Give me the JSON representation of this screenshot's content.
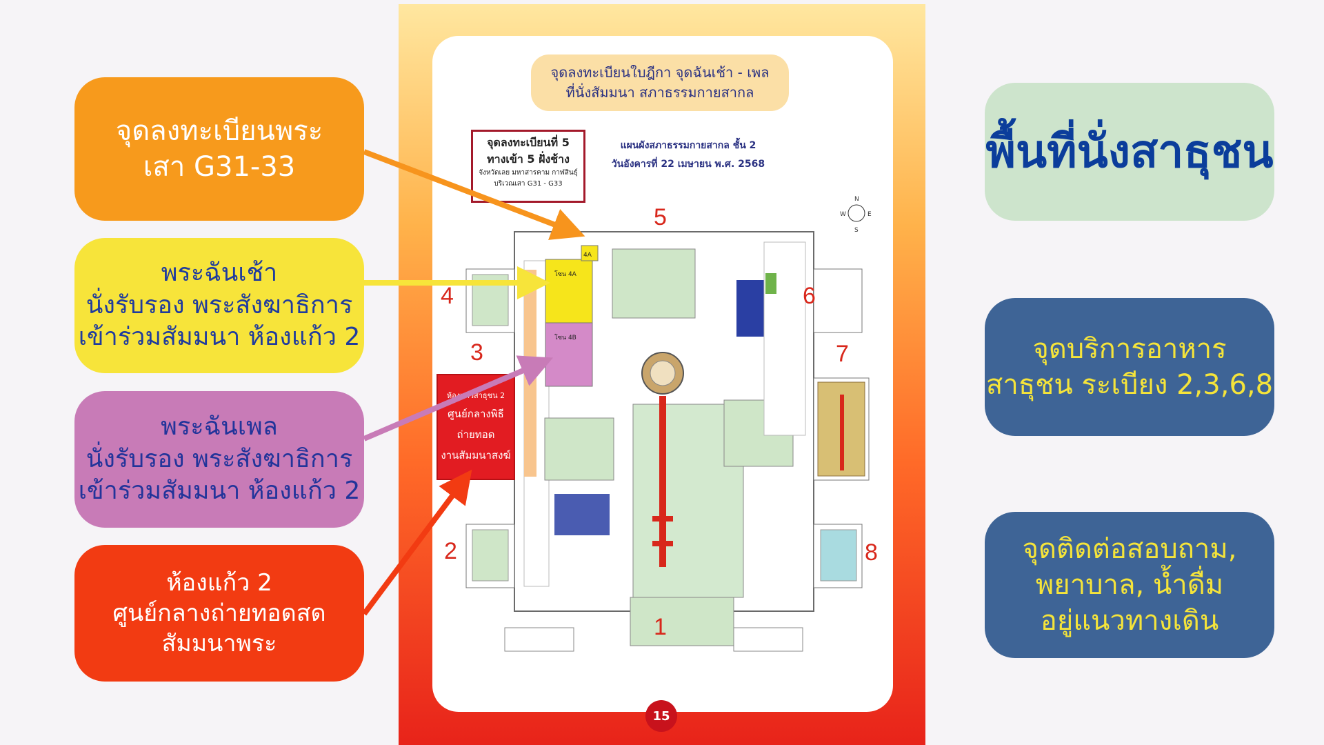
{
  "callouts": {
    "registration": {
      "lines": [
        "จุดลงทะเบียนพระ",
        "เสา G31-33"
      ]
    },
    "morning_meal": {
      "lines": [
        "พระฉันเช้า",
        "นั่งรับรอง พระสังฆาธิการ",
        "เข้าร่วมสัมมนา ห้องแก้ว 2"
      ]
    },
    "evening_drink": {
      "lines": [
        "พระฉันเพล",
        "นั่งรับรอง พระสังฆาธิการ",
        "เข้าร่วมสัมมนา ห้องแก้ว 2"
      ]
    },
    "live_room": {
      "lines": [
        "ห้องแก้ว 2",
        "ศูนย์กลางถ่ายทอดสด",
        "สัมมนาพระ"
      ]
    },
    "public_seating": {
      "lines": [
        "พื้นที่นั่งสาธุชน"
      ]
    },
    "food_service": {
      "lines": [
        "จุดบริการอาหาร",
        "สาธุชน ระเบียง 2,3,6,8"
      ]
    },
    "info_point": {
      "lines": [
        "จุดติดต่อสอบถาม,",
        "พยาบาล, น้ำดื่ม",
        "อยู่แนวทางเดิน"
      ]
    }
  },
  "poster": {
    "title_lines": [
      "จุดลงทะเบียนใบฎีกา จุดฉันเช้า - เพล",
      "ที่นั่งสัมมนา สภาธรรมกายสากล"
    ],
    "page_number": "15",
    "registration_box": {
      "line1": "จุดลงทะเบียนที่ 5",
      "line2": "ทางเข้า 5 ฝั่งช้าง",
      "line3": "จังหวัดเลย มหาสารคาม กาฬสินธุ์",
      "line4": "บริเวณเสา G31 - G33"
    },
    "plan_heading": [
      "แผนผังสภาธรรมกายสากล ชั้น 2",
      "วันอังคารที่ 22 เมษายน พ.ศ. 2568"
    ],
    "gates": [
      "1",
      "2",
      "3",
      "4",
      "5",
      "6",
      "7",
      "8"
    ],
    "broadcast_room": [
      "ห้องแก้วสาธุชน 2",
      "ศูนย์กลางพิธี",
      "ถ่ายทอด",
      "งานสัมมนาสงฆ์"
    ],
    "zones": {
      "zone_4a": "โซน 4A",
      "zone_4b": "โซน 4B",
      "zone_4a_tag": "4A"
    },
    "compass": {
      "n": "N",
      "s": "S",
      "e": "E",
      "w": "W"
    }
  },
  "colors": {
    "orange": "#f79a1c",
    "yellow": "#f7e43a",
    "purple": "#c87bb7",
    "red": "#f23b12",
    "mint": "#cde4cc",
    "navy": "#3e6496",
    "plan_red": "#d8271b"
  }
}
